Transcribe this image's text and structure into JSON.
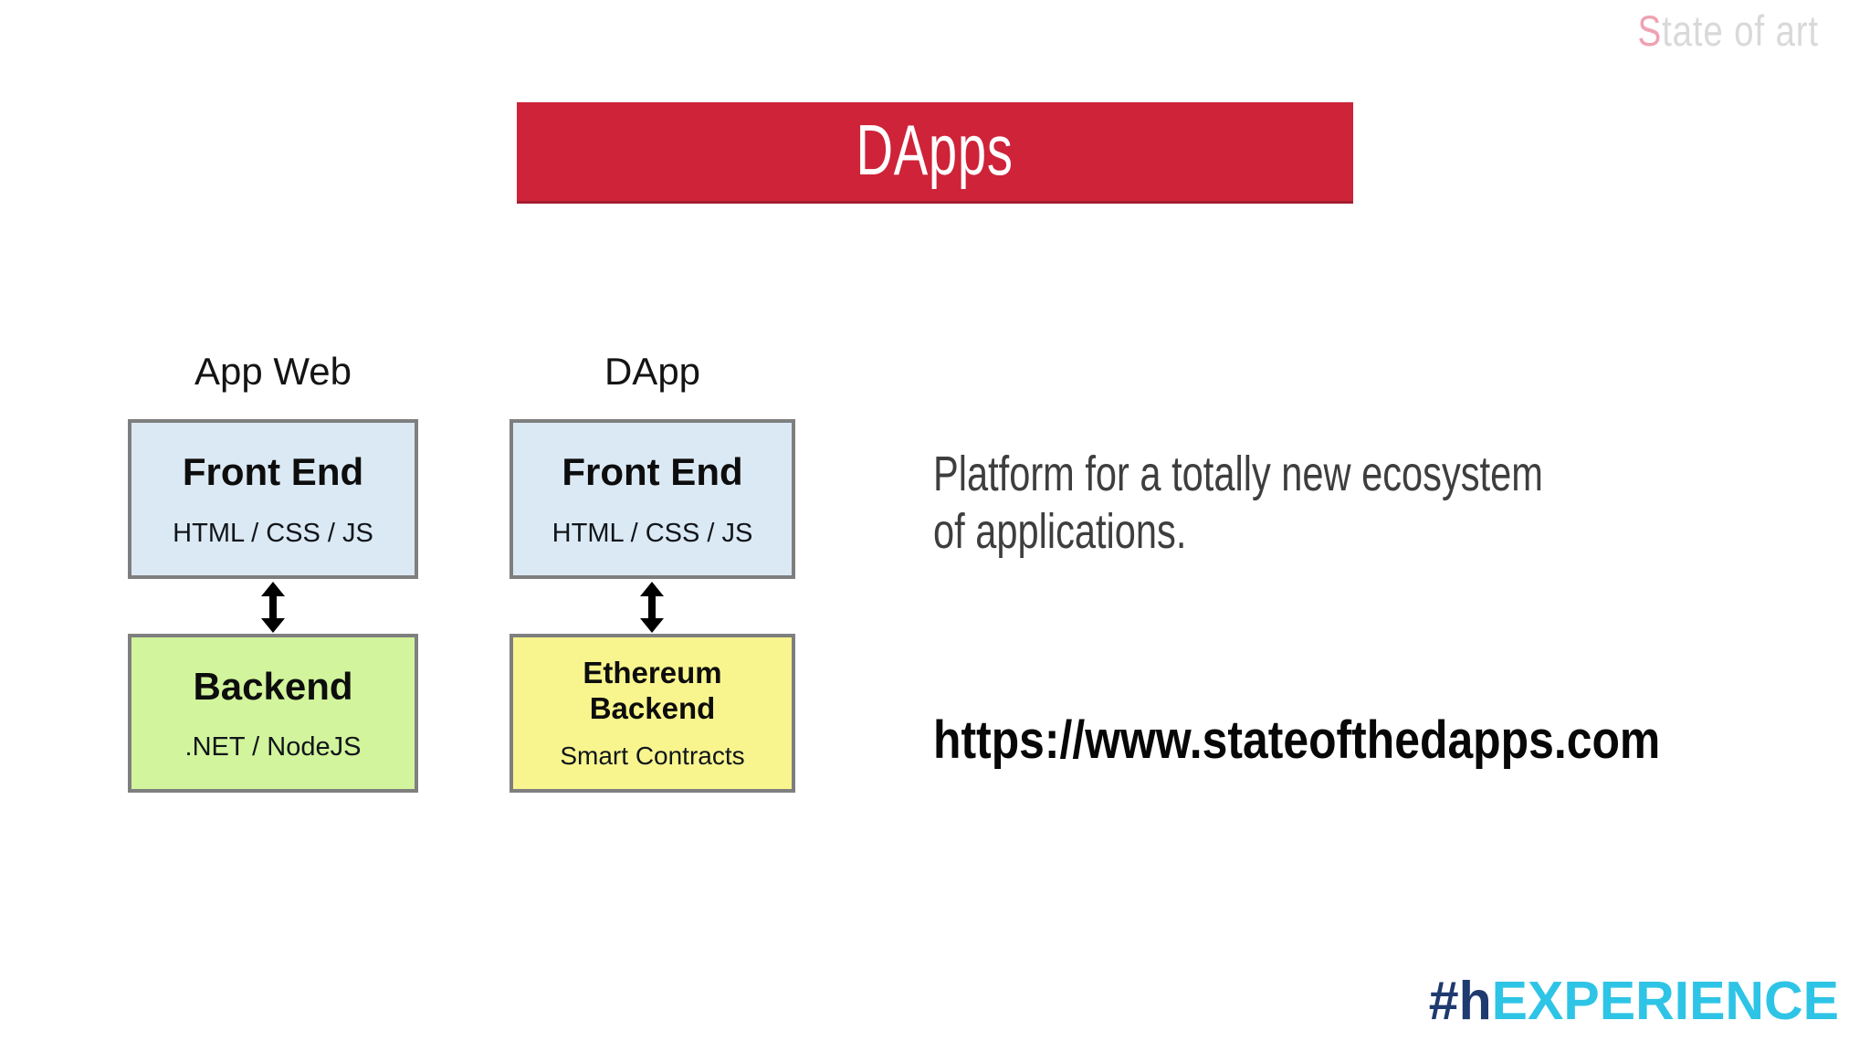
{
  "watermark": {
    "highlight": "S",
    "rest": "tate of art",
    "highlight_color": "#efa2b2",
    "text_color": "#d9d9d9"
  },
  "banner": {
    "label": "DApps",
    "bg_color": "#ce2339",
    "text_color": "#ffffff"
  },
  "diagram": {
    "border_color": "#7f7f7f",
    "arrow_color": "#000000",
    "columns": [
      {
        "header": "App Web",
        "boxes": [
          {
            "title": "Front End",
            "subtitle": "HTML / CSS / JS",
            "fill": "#dbe9f4"
          },
          {
            "title": "Backend",
            "subtitle": ".NET / NodeJS",
            "fill": "#d2f49c"
          }
        ]
      },
      {
        "header": "DApp",
        "boxes": [
          {
            "title": "Front End",
            "subtitle": "HTML / CSS / JS",
            "fill": "#dbe9f4"
          },
          {
            "title": "Ethereum\nBackend",
            "subtitle": "Smart Contracts",
            "fill": "#f8f58e"
          }
        ]
      }
    ]
  },
  "description": {
    "line1": "Platform for a totally new ecosystem",
    "line2": "of applications."
  },
  "link": {
    "url": "https://www.stateofthedapps.com"
  },
  "footer_logo": {
    "prefix": "#h",
    "rest": "EXPERIENCE",
    "prefix_color": "#1e3a6e",
    "rest_color": "#2ec4e6"
  }
}
